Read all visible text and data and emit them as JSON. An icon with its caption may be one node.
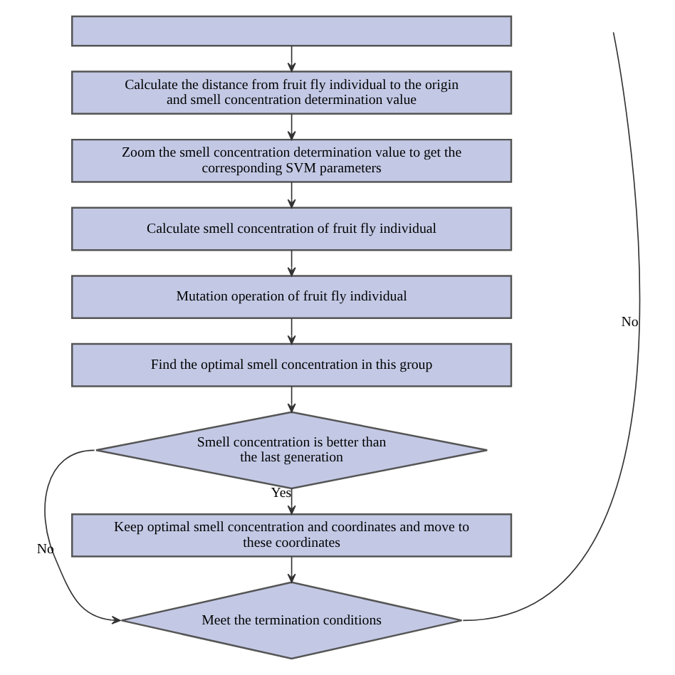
{
  "diagram": {
    "nodes": [
      {
        "text": [],
        "shape": "box"
      },
      {
        "text": [
          "Calculate the distance from fruit fly individual to the origin and smell concentration determination value"
        ]
      },
      {
        "text": [
          "Zoom the smell concentration determination value to get the corresponding SVM parameters"
        ]
      },
      {
        "text": [
          "Calculate smell concentration of fruit fly individual"
        ]
      },
      {
        "text": [
          "Mutation operation of fruit fly individual"
        ]
      },
      {
        "text": [
          "Find the optimal smell concentration in this group"
        ]
      },
      {
        "text": [
          "Smell concentration is better than the last generation"
        ]
      },
      {
        "text": [
          "Keep optimal smell concentration and coordinates and move to these coordinates"
        ]
      },
      {
        "text": [
          "Meet the termination conditions"
        ]
      }
    ],
    "edges": [
      {
        "from": 0,
        "to": 1,
        "arrow": "to"
      },
      {
        "from": 1,
        "to": 2,
        "arrow": "to"
      },
      {
        "from": 2,
        "to": 3,
        "arrow": "to"
      },
      {
        "from": 3,
        "to": 4,
        "arrow": "to"
      },
      {
        "from": 4,
        "to": 5,
        "arrow": "to"
      },
      {
        "from": 5,
        "to": 6,
        "arrow": "to"
      },
      {
        "from": 6,
        "to": 7,
        "label": "Yes",
        "arrow": "to"
      },
      {
        "from": 6,
        "to": 8,
        "label": "No",
        "arrow": "to"
      },
      {
        "from": 7,
        "to": 8,
        "arrow": "to"
      },
      {
        "from": 8,
        "to": null,
        "label": "No",
        "arrow": "none"
      }
    ]
  }
}
